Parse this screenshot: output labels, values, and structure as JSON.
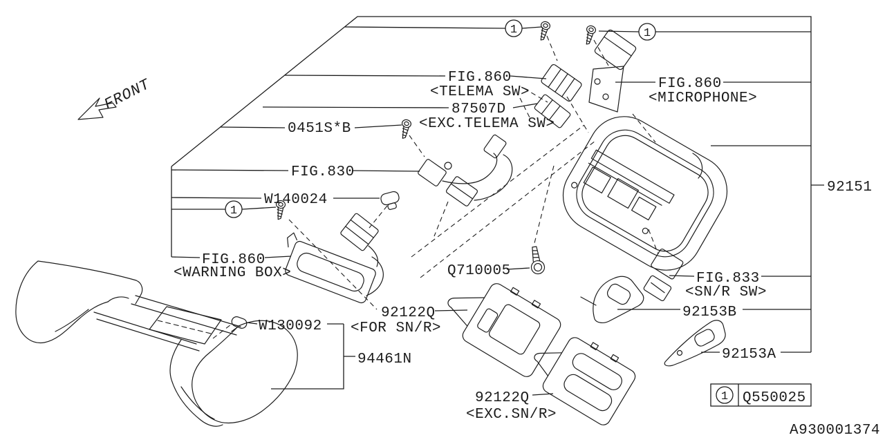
{
  "diagram": {
    "title_note": "overhead console parts diagram",
    "front_label": "FRONT",
    "doc_number": "A930001374",
    "ref_marker": "1",
    "legend": {
      "ref_num": "1",
      "part_code": "Q550025"
    },
    "labels": {
      "telema_fig": "FIG.860",
      "telema_variant": "<TELEMA SW>",
      "part_87507d": "87507D",
      "exc_telema_variant": "<EXC.TELEMA SW>",
      "mic_fig": "FIG.860",
      "mic_variant": "<MICROPHONE>",
      "screw_0451": "0451S*B",
      "fig_830": "FIG.830",
      "clip_w140024": "W140024",
      "warning_fig": "FIG.860",
      "warning_variant": "<WARNING BOX>",
      "bolt_q710005": "Q710005",
      "console_92151": "92151",
      "fig_833": "FIG.833",
      "snr_sw_variant": "<SN/R SW>",
      "trim_for_snr": "92122Q",
      "for_snr_variant": "<FOR SN/R>",
      "pocket_92153b": "92153B",
      "clip_w130092": "W130092",
      "headliner_94461n": "94461N",
      "trim_exc_snr": "92122Q",
      "exc_snr_variant": "<EXC.SN/R>",
      "pocket_92153a": "92153A"
    },
    "colors": {
      "line": "#1c1c1c",
      "background": "#ffffff"
    }
  }
}
